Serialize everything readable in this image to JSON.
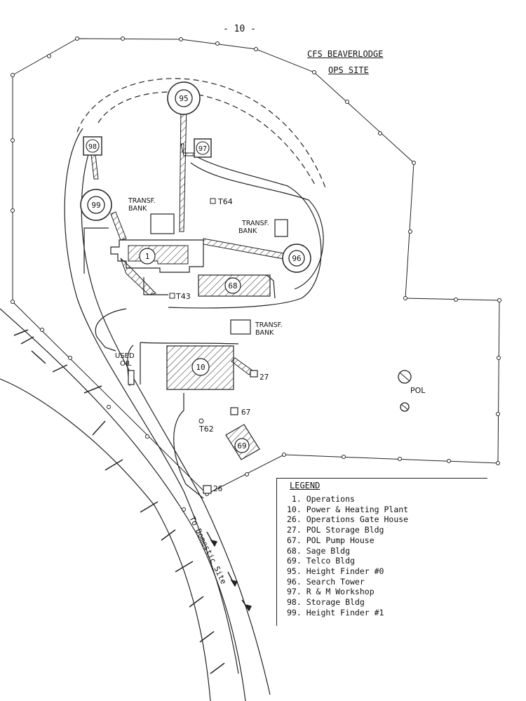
{
  "header": {
    "page_number": "- 10 -",
    "title": "CFS BEAVERLODGE",
    "subtitle": "OPS SITE"
  },
  "map_labels": {
    "transf_bank": [
      "TRANSF.",
      "BANK"
    ],
    "transf_bank_2": [
      "TRANSF.",
      "BANK"
    ],
    "transf_bank_3": [
      "TRANSF.",
      "BANK"
    ],
    "t64": "T64",
    "t43": "T43",
    "t62": "T62",
    "used_oil": [
      "USED",
      "OIL"
    ],
    "pol": "POL",
    "road": "To Domestic Site"
  },
  "buildings": {
    "b1": "1",
    "b10": "10",
    "b26": "26",
    "b27": "27",
    "b67": "67",
    "b68": "68",
    "b69": "69",
    "b95": "95",
    "b96": "96",
    "b97": "97",
    "b98": "98",
    "b99": "99"
  },
  "legend": {
    "title": "LEGEND",
    "items": [
      " 1. Operations",
      "10. Power & Heating Plant",
      "26. Operations Gate House",
      "27. POL Storage Bldg",
      "67. POL Pump House",
      "68. Sage Bldg",
      "69. Telco Bldg",
      "95. Height Finder #0",
      "96. Search Tower",
      "97. R & M Workshop",
      "98. Storage Bldg",
      "99. Height Finder #1"
    ]
  }
}
